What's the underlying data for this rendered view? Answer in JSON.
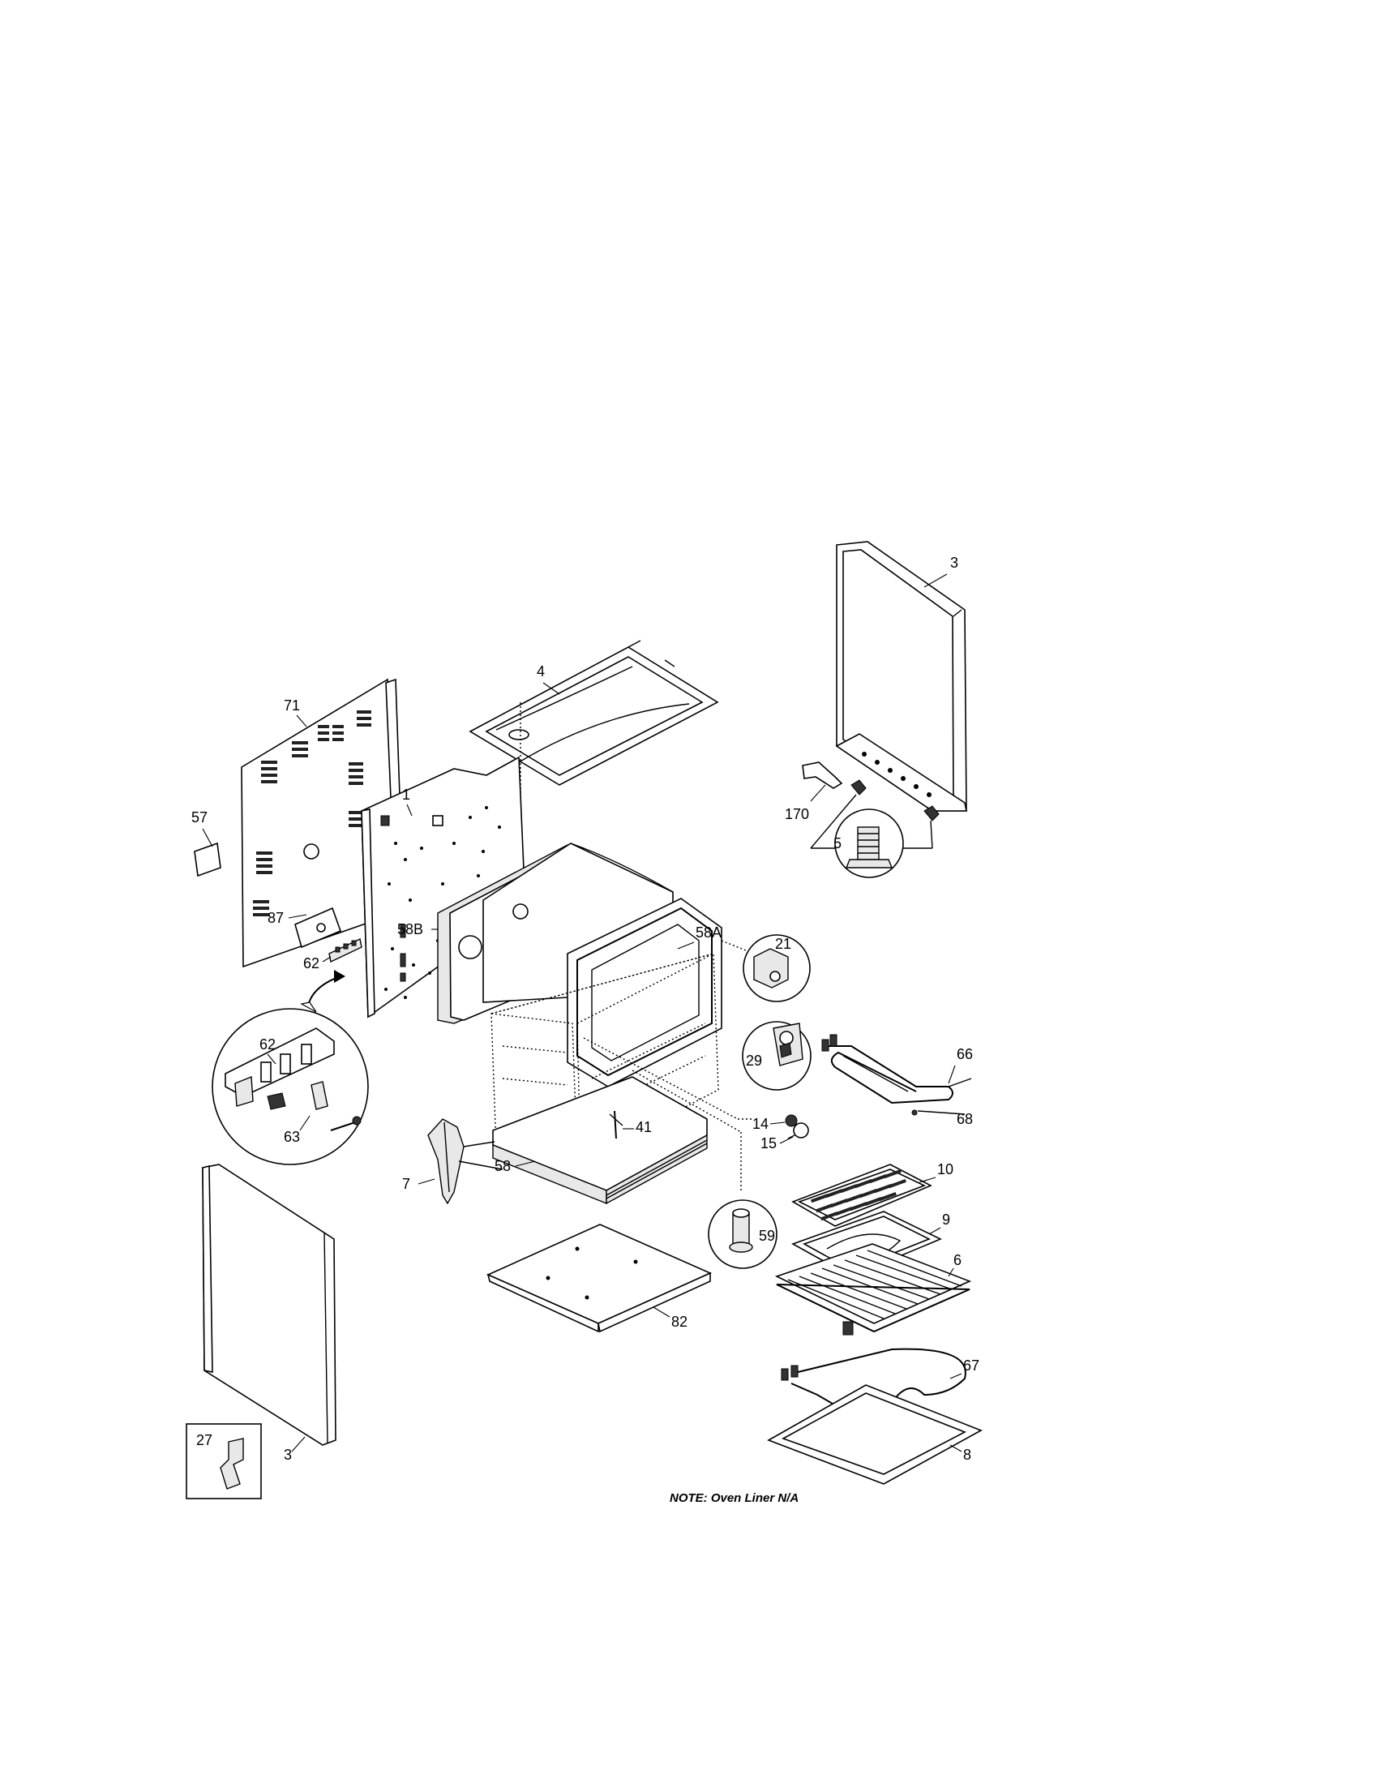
{
  "diagram": {
    "note": "NOTE: Oven Liner N/A",
    "labels": {
      "p3_top": "3",
      "p4": "4",
      "p71": "71",
      "p57": "57",
      "p1": "1",
      "p87": "87",
      "p62_a": "62",
      "p58B": "58B",
      "p58A": "58A",
      "p170": "170",
      "p5": "5",
      "p21": "21",
      "p62_b": "62",
      "p63": "63",
      "p29": "29",
      "p66": "66",
      "p68": "68",
      "p14": "14",
      "p15": "15",
      "p41": "41",
      "p7": "7",
      "p58": "58",
      "p10": "10",
      "p9": "9",
      "p59": "59",
      "p6": "6",
      "p82": "82",
      "p67": "67",
      "p8": "8",
      "p3_bottom": "3",
      "p27": "27"
    }
  }
}
